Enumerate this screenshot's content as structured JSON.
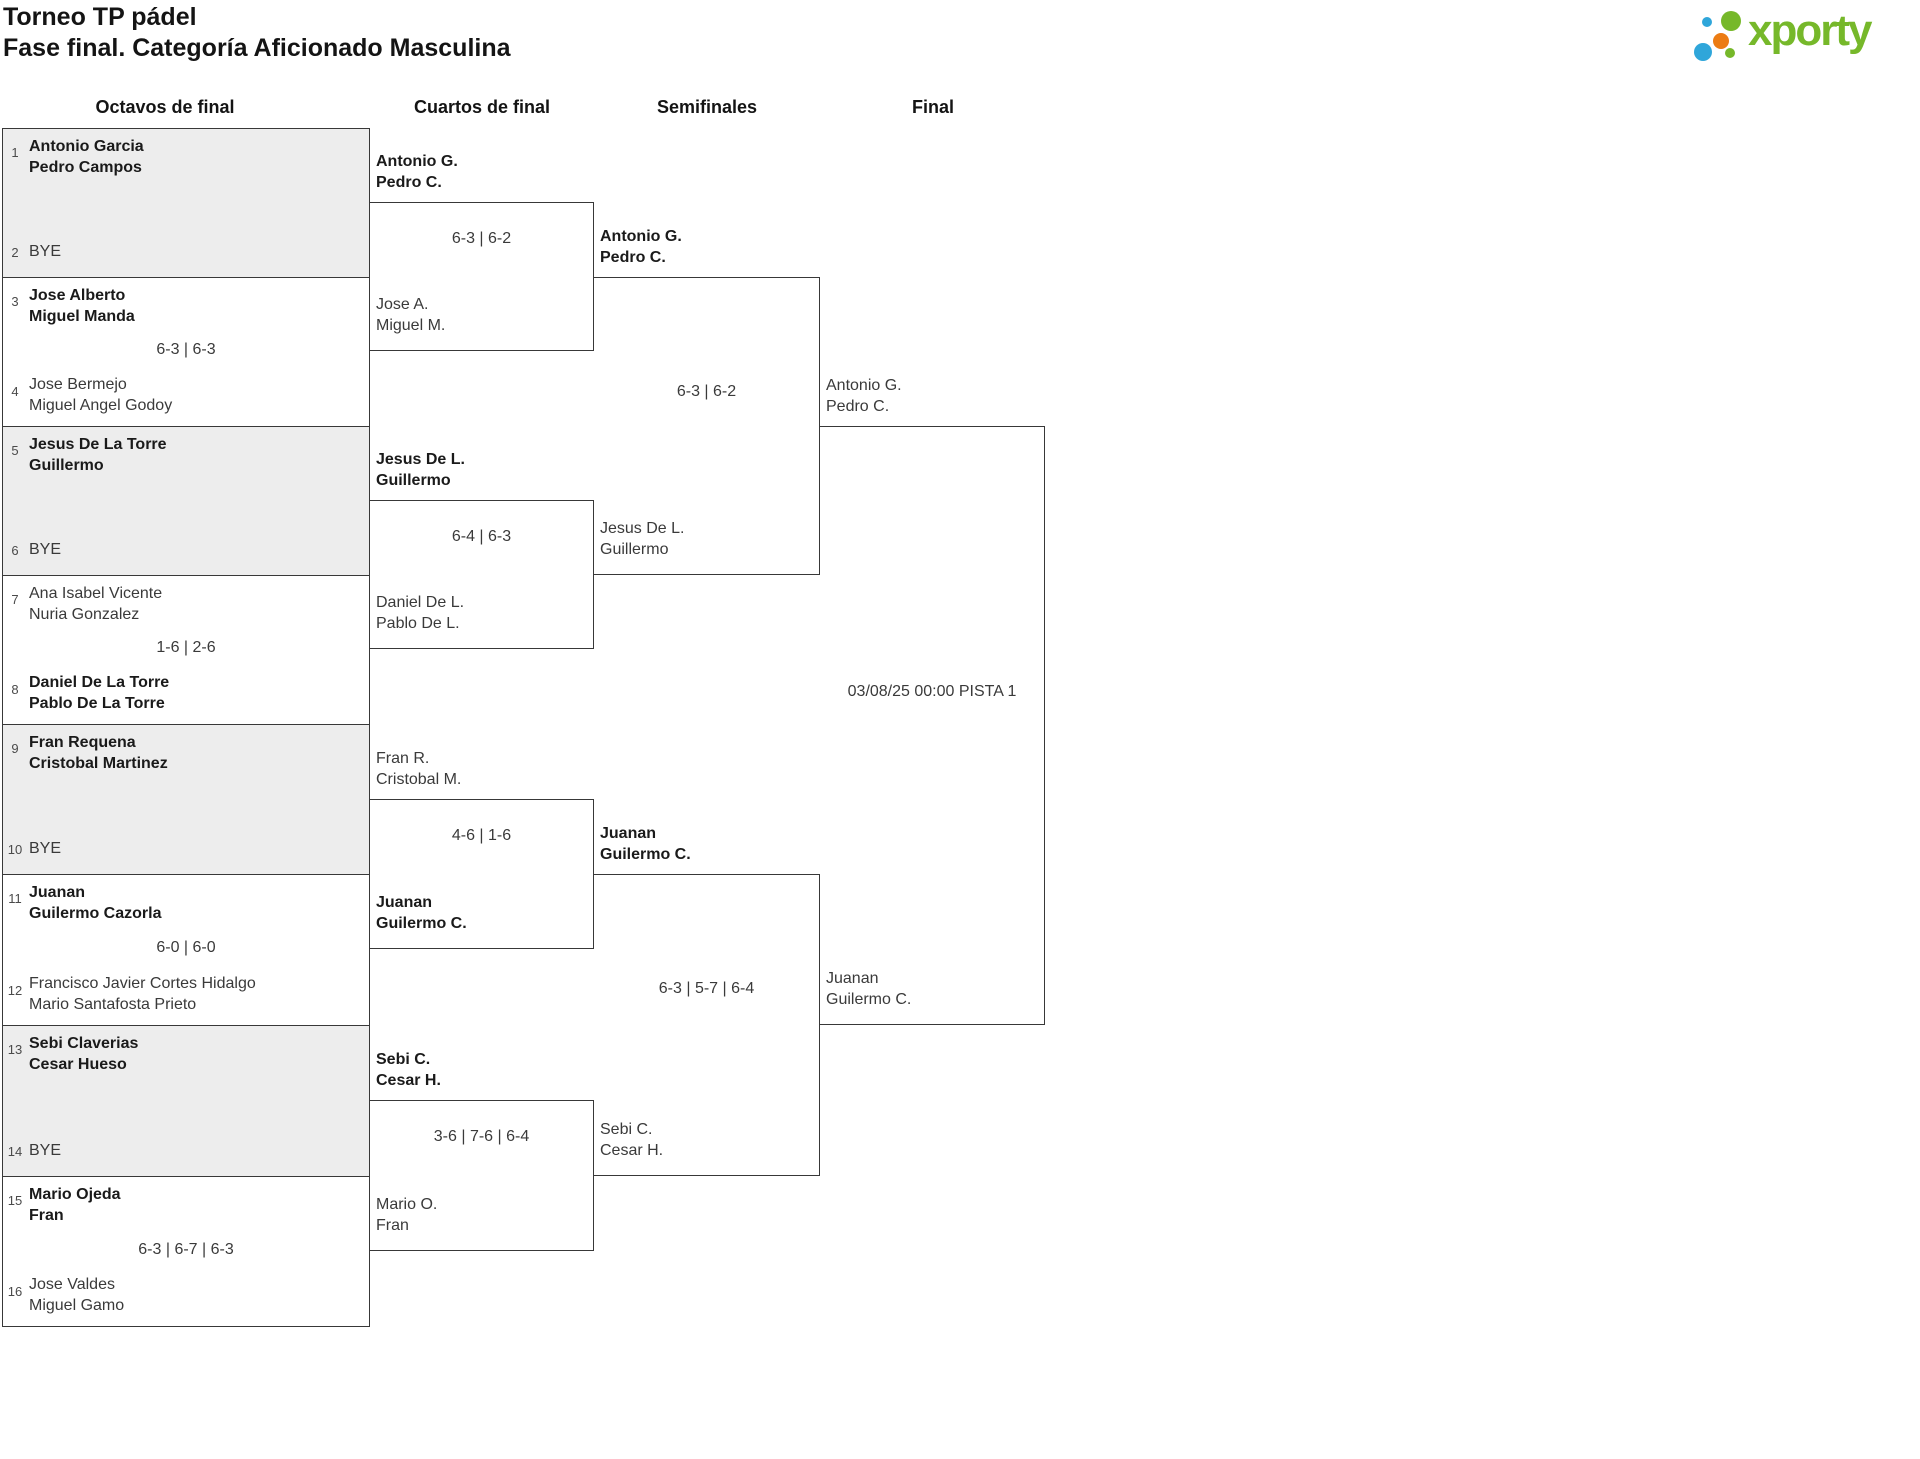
{
  "header": {
    "title_line1": "Torneo TP pádel",
    "title_line2": "Fase final. Categoría Aficionado Masculina",
    "logo": {
      "text": "xporty",
      "brand_green": "#76b82a",
      "brand_blue": "#2fa6da",
      "brand_orange": "#ec7c13"
    }
  },
  "round_headers": [
    "Octavos de final",
    "Cuartos de final",
    "Semifinales",
    "Final"
  ],
  "octavos": [
    {
      "seed_a": "1",
      "team_a": {
        "lines": [
          "Antonio Garcia",
          "Pedro Campos"
        ],
        "winner": true
      },
      "seed_b": "2",
      "team_b": {
        "lines": [
          "BYE"
        ],
        "winner": false
      },
      "score": ""
    },
    {
      "seed_a": "3",
      "team_a": {
        "lines": [
          "Jose Alberto",
          "Miguel Manda"
        ],
        "winner": true
      },
      "seed_b": "4",
      "team_b": {
        "lines": [
          "Jose Bermejo",
          "Miguel Angel Godoy"
        ],
        "winner": false
      },
      "score": "6-3 | 6-3"
    },
    {
      "seed_a": "5",
      "team_a": {
        "lines": [
          "Jesus De La Torre",
          "Guillermo"
        ],
        "winner": true
      },
      "seed_b": "6",
      "team_b": {
        "lines": [
          "BYE"
        ],
        "winner": false
      },
      "score": ""
    },
    {
      "seed_a": "7",
      "team_a": {
        "lines": [
          "Ana Isabel Vicente",
          "Nuria Gonzalez"
        ],
        "winner": false
      },
      "seed_b": "8",
      "team_b": {
        "lines": [
          "Daniel De La Torre",
          "Pablo De La Torre"
        ],
        "winner": true
      },
      "score": "1-6 | 2-6"
    },
    {
      "seed_a": "9",
      "team_a": {
        "lines": [
          "Fran Requena",
          "Cristobal Martinez"
        ],
        "winner": true
      },
      "seed_b": "10",
      "team_b": {
        "lines": [
          "BYE"
        ],
        "winner": false
      },
      "score": ""
    },
    {
      "seed_a": "11",
      "team_a": {
        "lines": [
          "Juanan",
          "Guilermo Cazorla"
        ],
        "winner": true
      },
      "seed_b": "12",
      "team_b": {
        "lines": [
          "Francisco Javier Cortes Hidalgo",
          "Mario Santafosta Prieto"
        ],
        "winner": false
      },
      "score": "6-0 | 6-0"
    },
    {
      "seed_a": "13",
      "team_a": {
        "lines": [
          "Sebi Claverias",
          "Cesar Hueso"
        ],
        "winner": true
      },
      "seed_b": "14",
      "team_b": {
        "lines": [
          "BYE"
        ],
        "winner": false
      },
      "score": ""
    },
    {
      "seed_a": "15",
      "team_a": {
        "lines": [
          "Mario Ojeda",
          "Fran"
        ],
        "winner": true
      },
      "seed_b": "16",
      "team_b": {
        "lines": [
          "Jose Valdes",
          "Miguel Gamo"
        ],
        "winner": false
      },
      "score": "6-3 | 6-7 | 6-3"
    }
  ],
  "cuartos": [
    {
      "top": {
        "lines": [
          "Antonio G.",
          "Pedro C."
        ],
        "winner": true
      },
      "bottom": {
        "lines": [
          "Jose A.",
          "Miguel M."
        ],
        "winner": false
      },
      "score": "6-3 | 6-2"
    },
    {
      "top": {
        "lines": [
          "Jesus De L.",
          "Guillermo"
        ],
        "winner": true
      },
      "bottom": {
        "lines": [
          "Daniel De L.",
          "Pablo De L."
        ],
        "winner": false
      },
      "score": "6-4 | 6-3"
    },
    {
      "top": {
        "lines": [
          "Fran R.",
          "Cristobal M."
        ],
        "winner": false
      },
      "bottom": {
        "lines": [
          "Juanan",
          "Guilermo C."
        ],
        "winner": true
      },
      "score": "4-6 | 1-6"
    },
    {
      "top": {
        "lines": [
          "Sebi C.",
          "Cesar H."
        ],
        "winner": true
      },
      "bottom": {
        "lines": [
          "Mario O.",
          "Fran"
        ],
        "winner": false
      },
      "score": "3-6 | 7-6 | 6-4"
    }
  ],
  "semifinales": [
    {
      "top": {
        "lines": [
          "Antonio G.",
          "Pedro C."
        ],
        "winner": true
      },
      "bottom": {
        "lines": [
          "Jesus De L.",
          "Guillermo"
        ],
        "winner": false
      },
      "score": "6-3 | 6-2"
    },
    {
      "top": {
        "lines": [
          "Juanan",
          "Guilermo C."
        ],
        "winner": true
      },
      "bottom": {
        "lines": [
          "Sebi C.",
          "Cesar H."
        ],
        "winner": false
      },
      "score": "6-3 | 5-7 | 6-4"
    }
  ],
  "final_match": {
    "top": {
      "lines": [
        "Antonio G.",
        "Pedro C."
      ],
      "winner": false
    },
    "bottom": {
      "lines": [
        "Juanan",
        "Guilermo C."
      ],
      "winner": false
    },
    "schedule": "03/08/25 00:00 PISTA 1"
  }
}
